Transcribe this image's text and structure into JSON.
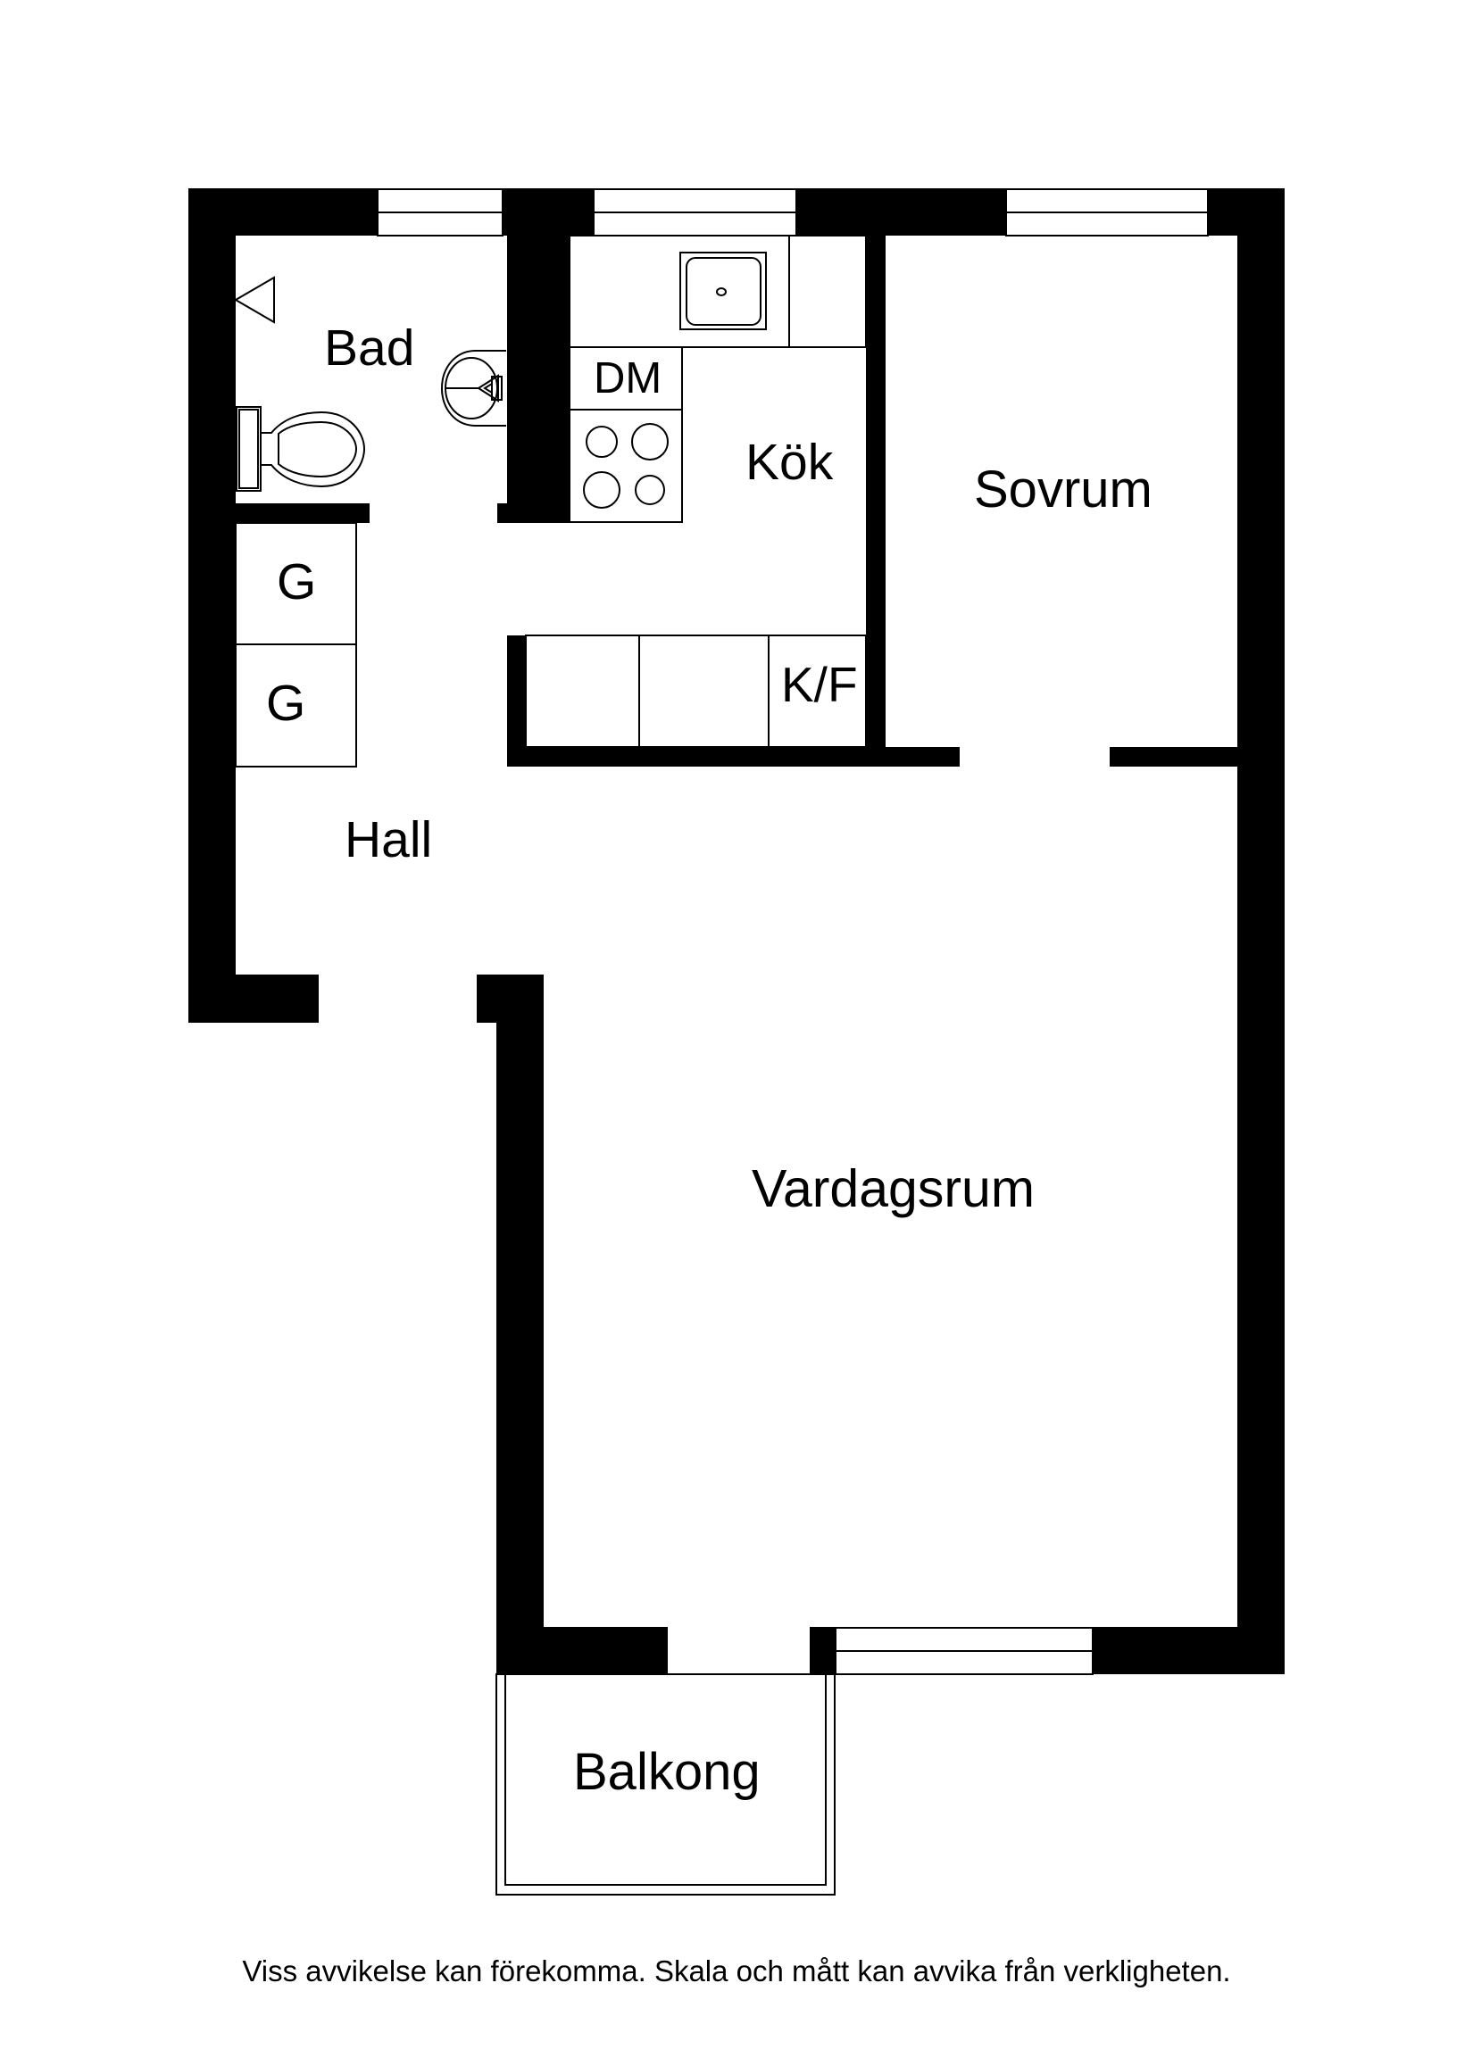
{
  "plan": {
    "rooms": {
      "bad": "Bad",
      "kok": "Kök",
      "sovrum": "Sovrum",
      "hall": "Hall",
      "vardagsrum": "Vardagsrum",
      "balkong": "Balkong"
    },
    "fixtures": {
      "dishwasher": "DM",
      "fridge_freezer": "K/F",
      "wardrobe_1": "G",
      "wardrobe_2": "G"
    },
    "colors": {
      "wall": "#000000",
      "background": "#ffffff"
    }
  },
  "footer": {
    "disclaimer": "Viss avvikelse kan förekomma. Skala och mått kan avvika från verkligheten."
  }
}
